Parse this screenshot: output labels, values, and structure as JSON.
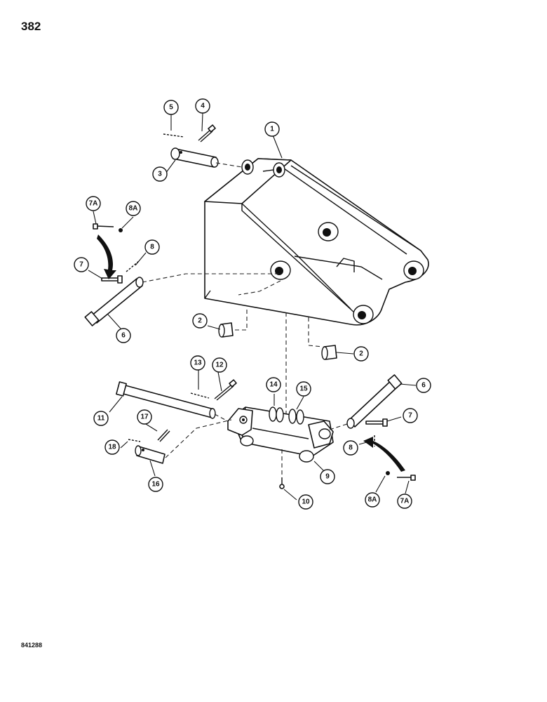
{
  "page_number": "382",
  "figure_code": "841288",
  "callouts": {
    "c1": "1",
    "c2a": "2",
    "c2b": "2",
    "c3": "3",
    "c4": "4",
    "c5": "5",
    "c6a": "6",
    "c6b": "6",
    "c7a": "7",
    "c7b": "7",
    "c7Aa": "7A",
    "c7Ab": "7A",
    "c8a": "8",
    "c8b": "8",
    "c8Aa": "8A",
    "c8Ab": "8A",
    "c9": "9",
    "c10": "10",
    "c11": "11",
    "c12": "12",
    "c13": "13",
    "c14": "14",
    "c15": "15",
    "c16": "16",
    "c17": "17",
    "c18": "18"
  }
}
